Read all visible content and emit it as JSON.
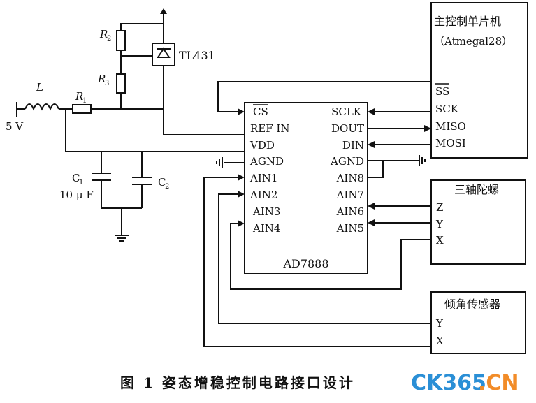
{
  "mcu": {
    "title": "主控制单片机",
    "subtitle": "（Atmegal28）",
    "pins": [
      "SS",
      "SCK",
      "MISO",
      "MOSI"
    ]
  },
  "adc": {
    "name": "AD7888",
    "left_pins": [
      "CS",
      "REF IN",
      "VDD",
      "AGND",
      "AIN1",
      "AIN2",
      "AIN3",
      "AIN4"
    ],
    "right_pins": [
      "SCLK",
      "DOUT",
      "DIN",
      "AGND",
      "AIN8",
      "AIN7",
      "AIN6",
      "AIN5"
    ]
  },
  "gyro": {
    "title": "三轴陀螺",
    "pins": [
      "Z",
      "Y",
      "X"
    ]
  },
  "tilt": {
    "title": "倾角传感器",
    "pins": [
      "Y",
      "X"
    ]
  },
  "components": {
    "r1": "R",
    "r1_sub": "1",
    "r2": "R",
    "r2_sub": "2",
    "r3": "R",
    "r3_sub": "3",
    "inductor": "L",
    "ref": "TL431",
    "c1": "C",
    "c1_sub": "1",
    "c1_value": "10 μ F",
    "c2": "C",
    "c2_sub": "2",
    "supply": "5 V"
  },
  "caption": "图 1   姿态增稳控制电路接口设计",
  "watermark": {
    "part1": "CK365",
    "part2": ".CN"
  }
}
